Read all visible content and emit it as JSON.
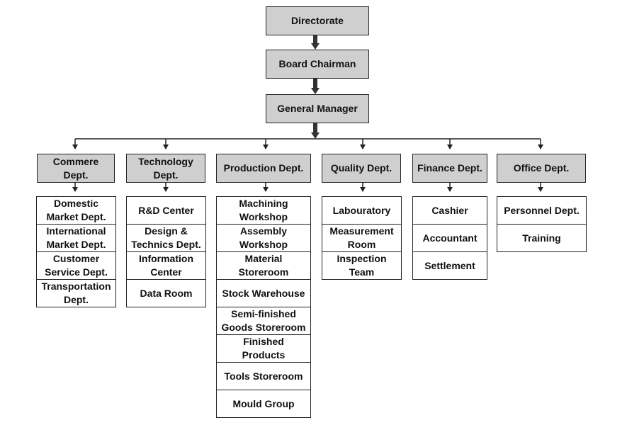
{
  "top": {
    "directorate": "Directorate",
    "chairman": "Board Chairman",
    "manager": "General Manager"
  },
  "departments": [
    {
      "name": "Commere\nDept.",
      "units": [
        "Domestic\nMarket Dept.",
        "International\nMarket Dept.",
        "Customer\nService Dept.",
        "Transportation\nDept."
      ]
    },
    {
      "name": "Technology\nDept.",
      "units": [
        "R&D Center",
        "Design &\nTechnics Dept.",
        "Information\nCenter",
        "Data Room"
      ]
    },
    {
      "name": "Production Dept.",
      "units": [
        "Machining\nWorkshop",
        "Assembly\nWorkshop",
        "Material\nStoreroom",
        "Stock Warehouse",
        "Semi-finished\nGoods Storeroom",
        "Finished\nProducts",
        "Tools Storeroom",
        "Mould Group"
      ]
    },
    {
      "name": "Quality Dept.",
      "units": [
        "Labouratory",
        "Measurement\nRoom",
        "Inspection\nTeam"
      ]
    },
    {
      "name": "Finance Dept.",
      "units": [
        "Cashier",
        "Accountant",
        "Settlement"
      ]
    },
    {
      "name": "Office Dept.",
      "units": [
        "Personnel Dept.",
        "Training"
      ]
    }
  ]
}
